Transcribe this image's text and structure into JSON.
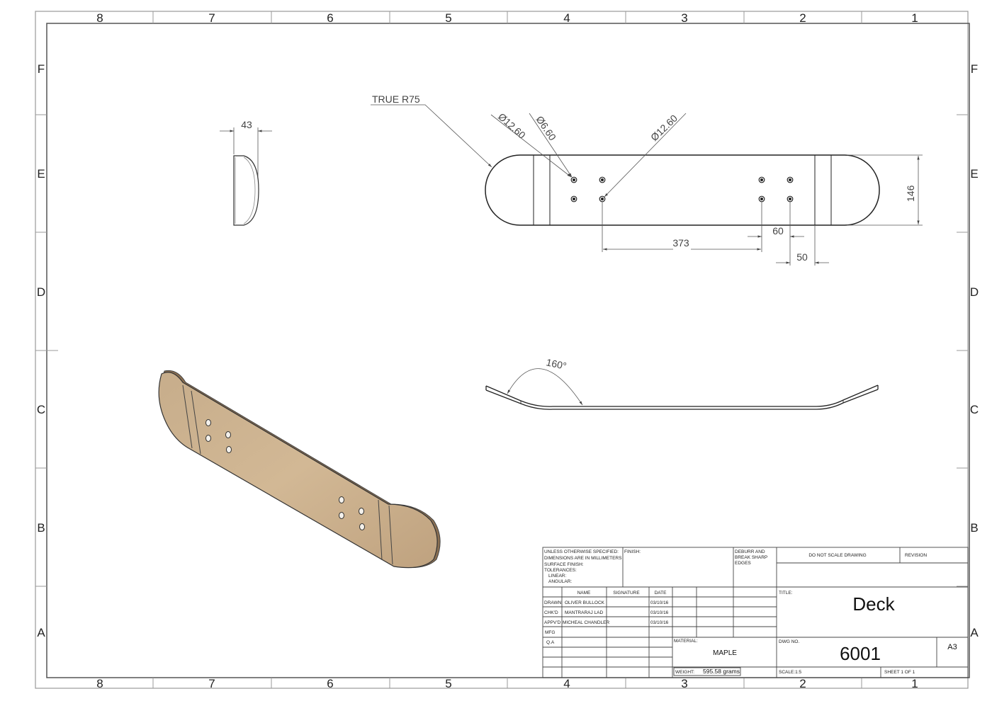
{
  "zones": {
    "columns": [
      "8",
      "7",
      "6",
      "5",
      "4",
      "3",
      "2",
      "1"
    ],
    "rows": [
      "F",
      "E",
      "D",
      "C",
      "B",
      "A"
    ]
  },
  "dimensions": {
    "true_radius": "TRUE R75",
    "hole_dia_1": "Ø12.60",
    "hole_dia_2": "Ø6.60",
    "hole_dia_3": "Ø12.60",
    "thickness": "43",
    "width": "146",
    "hole_spacing": "373",
    "truck_spacing": "60",
    "end_offset": "50",
    "kick_angle": "160°"
  },
  "title_block": {
    "notes": [
      "UNLESS OTHERWISE SPECIFIED:",
      "DIMENSIONS ARE IN MILLIMETERS",
      "SURFACE FINISH:",
      "TOLERANCES:",
      "LINEAR:",
      "ANGULAR:"
    ],
    "finish_label": "FINISH:",
    "deburr": [
      "DEBURR AND",
      "BREAK SHARP",
      "EDGES"
    ],
    "do_not_scale": "DO NOT SCALE DRAWING",
    "revision_label": "REVISION",
    "col_name": "NAME",
    "col_signature": "SIGNATURE",
    "col_date": "DATE",
    "rows": [
      {
        "role": "DRAWN",
        "name": "OLIVER BULLOCK",
        "date": "03/10/16"
      },
      {
        "role": "CHK'D",
        "name": "MANTRARAJ LAD",
        "date": "03/10/16"
      },
      {
        "role": "APPV'D",
        "name": "MICHEAL CHANDLER",
        "date": "03/10/16"
      },
      {
        "role": "MFG",
        "name": "",
        "date": ""
      },
      {
        "role": "Q.A",
        "name": "",
        "date": ""
      }
    ],
    "title_label": "TITLE:",
    "title": "Deck",
    "material_label": "MATERIAL:",
    "material": "MAPLE",
    "dwg_no_label": "DWG NO.",
    "dwg_no": "6001",
    "sheet_size": "A3",
    "weight_label": "WEIGHT:",
    "weight": "595.58 grams",
    "scale": "SCALE:1:5",
    "sheet": "SHEET 1 OF 1"
  }
}
